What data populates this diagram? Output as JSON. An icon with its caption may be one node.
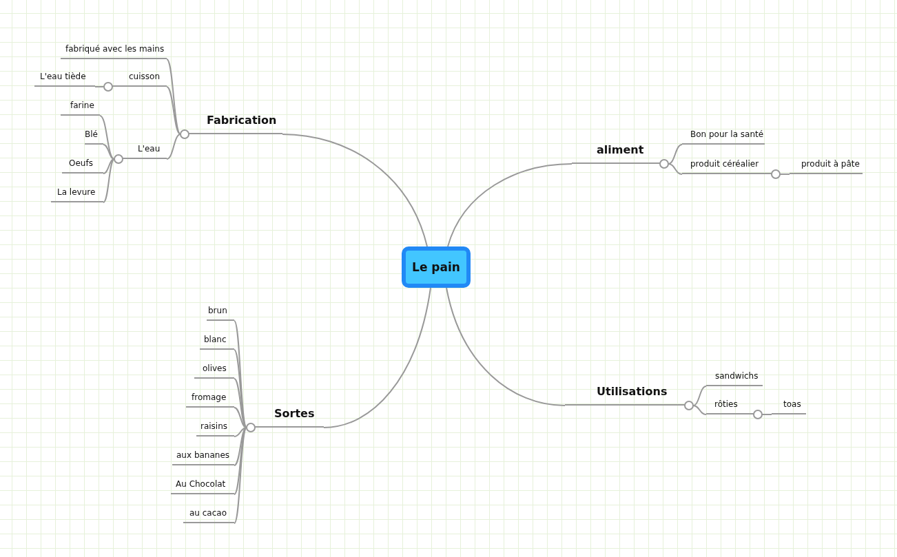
{
  "diagram": {
    "nodes": [
      {
        "text": [
          "Le pain"
        ]
      },
      {
        "text": [
          "Fabrication"
        ]
      },
      {
        "text": [
          "fabriqué avec les mains"
        ]
      },
      {
        "text": [
          "cuisson"
        ]
      },
      {
        "text": [
          "L'eau tiède"
        ]
      },
      {
        "text": [
          "L'eau"
        ]
      },
      {
        "text": [
          "farine"
        ]
      },
      {
        "text": [
          "Blé"
        ]
      },
      {
        "text": [
          "Oeufs"
        ]
      },
      {
        "text": [
          "La levure"
        ]
      },
      {
        "text": [
          "aliment"
        ]
      },
      {
        "text": [
          "Bon pour la santé"
        ]
      },
      {
        "text": [
          "produit céréalier"
        ]
      },
      {
        "text": [
          "produit à pâte"
        ]
      },
      {
        "text": [
          "Utilisations"
        ]
      },
      {
        "text": [
          "sandwichs"
        ]
      },
      {
        "text": [
          "rôties"
        ]
      },
      {
        "text": [
          "toas"
        ]
      },
      {
        "text": [
          "Sortes"
        ]
      },
      {
        "text": [
          "brun"
        ]
      },
      {
        "text": [
          "blanc"
        ]
      },
      {
        "text": [
          "olives"
        ]
      },
      {
        "text": [
          "fromage"
        ]
      },
      {
        "text": [
          "raisins"
        ]
      },
      {
        "text": [
          "aux bananes"
        ]
      },
      {
        "text": [
          "Au Chocolat"
        ]
      },
      {
        "text": [
          "au cacao"
        ]
      }
    ],
    "edges": [
      {
        "from": 0,
        "to": 1,
        "arrow": "none"
      },
      {
        "from": 1,
        "to": 2,
        "arrow": "other"
      },
      {
        "from": 1,
        "to": 3,
        "arrow": "other"
      },
      {
        "from": 3,
        "to": 4,
        "arrow": "other"
      },
      {
        "from": 1,
        "to": 5,
        "arrow": "other"
      },
      {
        "from": 5,
        "to": 6,
        "arrow": "other"
      },
      {
        "from": 5,
        "to": 7,
        "arrow": "other"
      },
      {
        "from": 5,
        "to": 8,
        "arrow": "other"
      },
      {
        "from": 5,
        "to": 9,
        "arrow": "other"
      },
      {
        "from": 0,
        "to": 10,
        "arrow": "none"
      },
      {
        "from": 10,
        "to": 11,
        "arrow": "other"
      },
      {
        "from": 10,
        "to": 12,
        "arrow": "other"
      },
      {
        "from": 12,
        "to": 13,
        "arrow": "other"
      },
      {
        "from": 0,
        "to": 14,
        "arrow": "none"
      },
      {
        "from": 14,
        "to": 15,
        "arrow": "other"
      },
      {
        "from": 14,
        "to": 16,
        "arrow": "other"
      },
      {
        "from": 16,
        "to": 17,
        "arrow": "other"
      },
      {
        "from": 0,
        "to": 18,
        "arrow": "none"
      },
      {
        "from": 18,
        "to": 19,
        "arrow": "other"
      },
      {
        "from": 18,
        "to": 20,
        "arrow": "other"
      },
      {
        "from": 18,
        "to": 21,
        "arrow": "other"
      },
      {
        "from": 18,
        "to": 22,
        "arrow": "other"
      },
      {
        "from": 18,
        "to": 23,
        "arrow": "other"
      },
      {
        "from": 18,
        "to": 24,
        "arrow": "other"
      },
      {
        "from": 18,
        "to": 25,
        "arrow": "other"
      },
      {
        "from": 18,
        "to": 26,
        "arrow": "other"
      }
    ]
  }
}
